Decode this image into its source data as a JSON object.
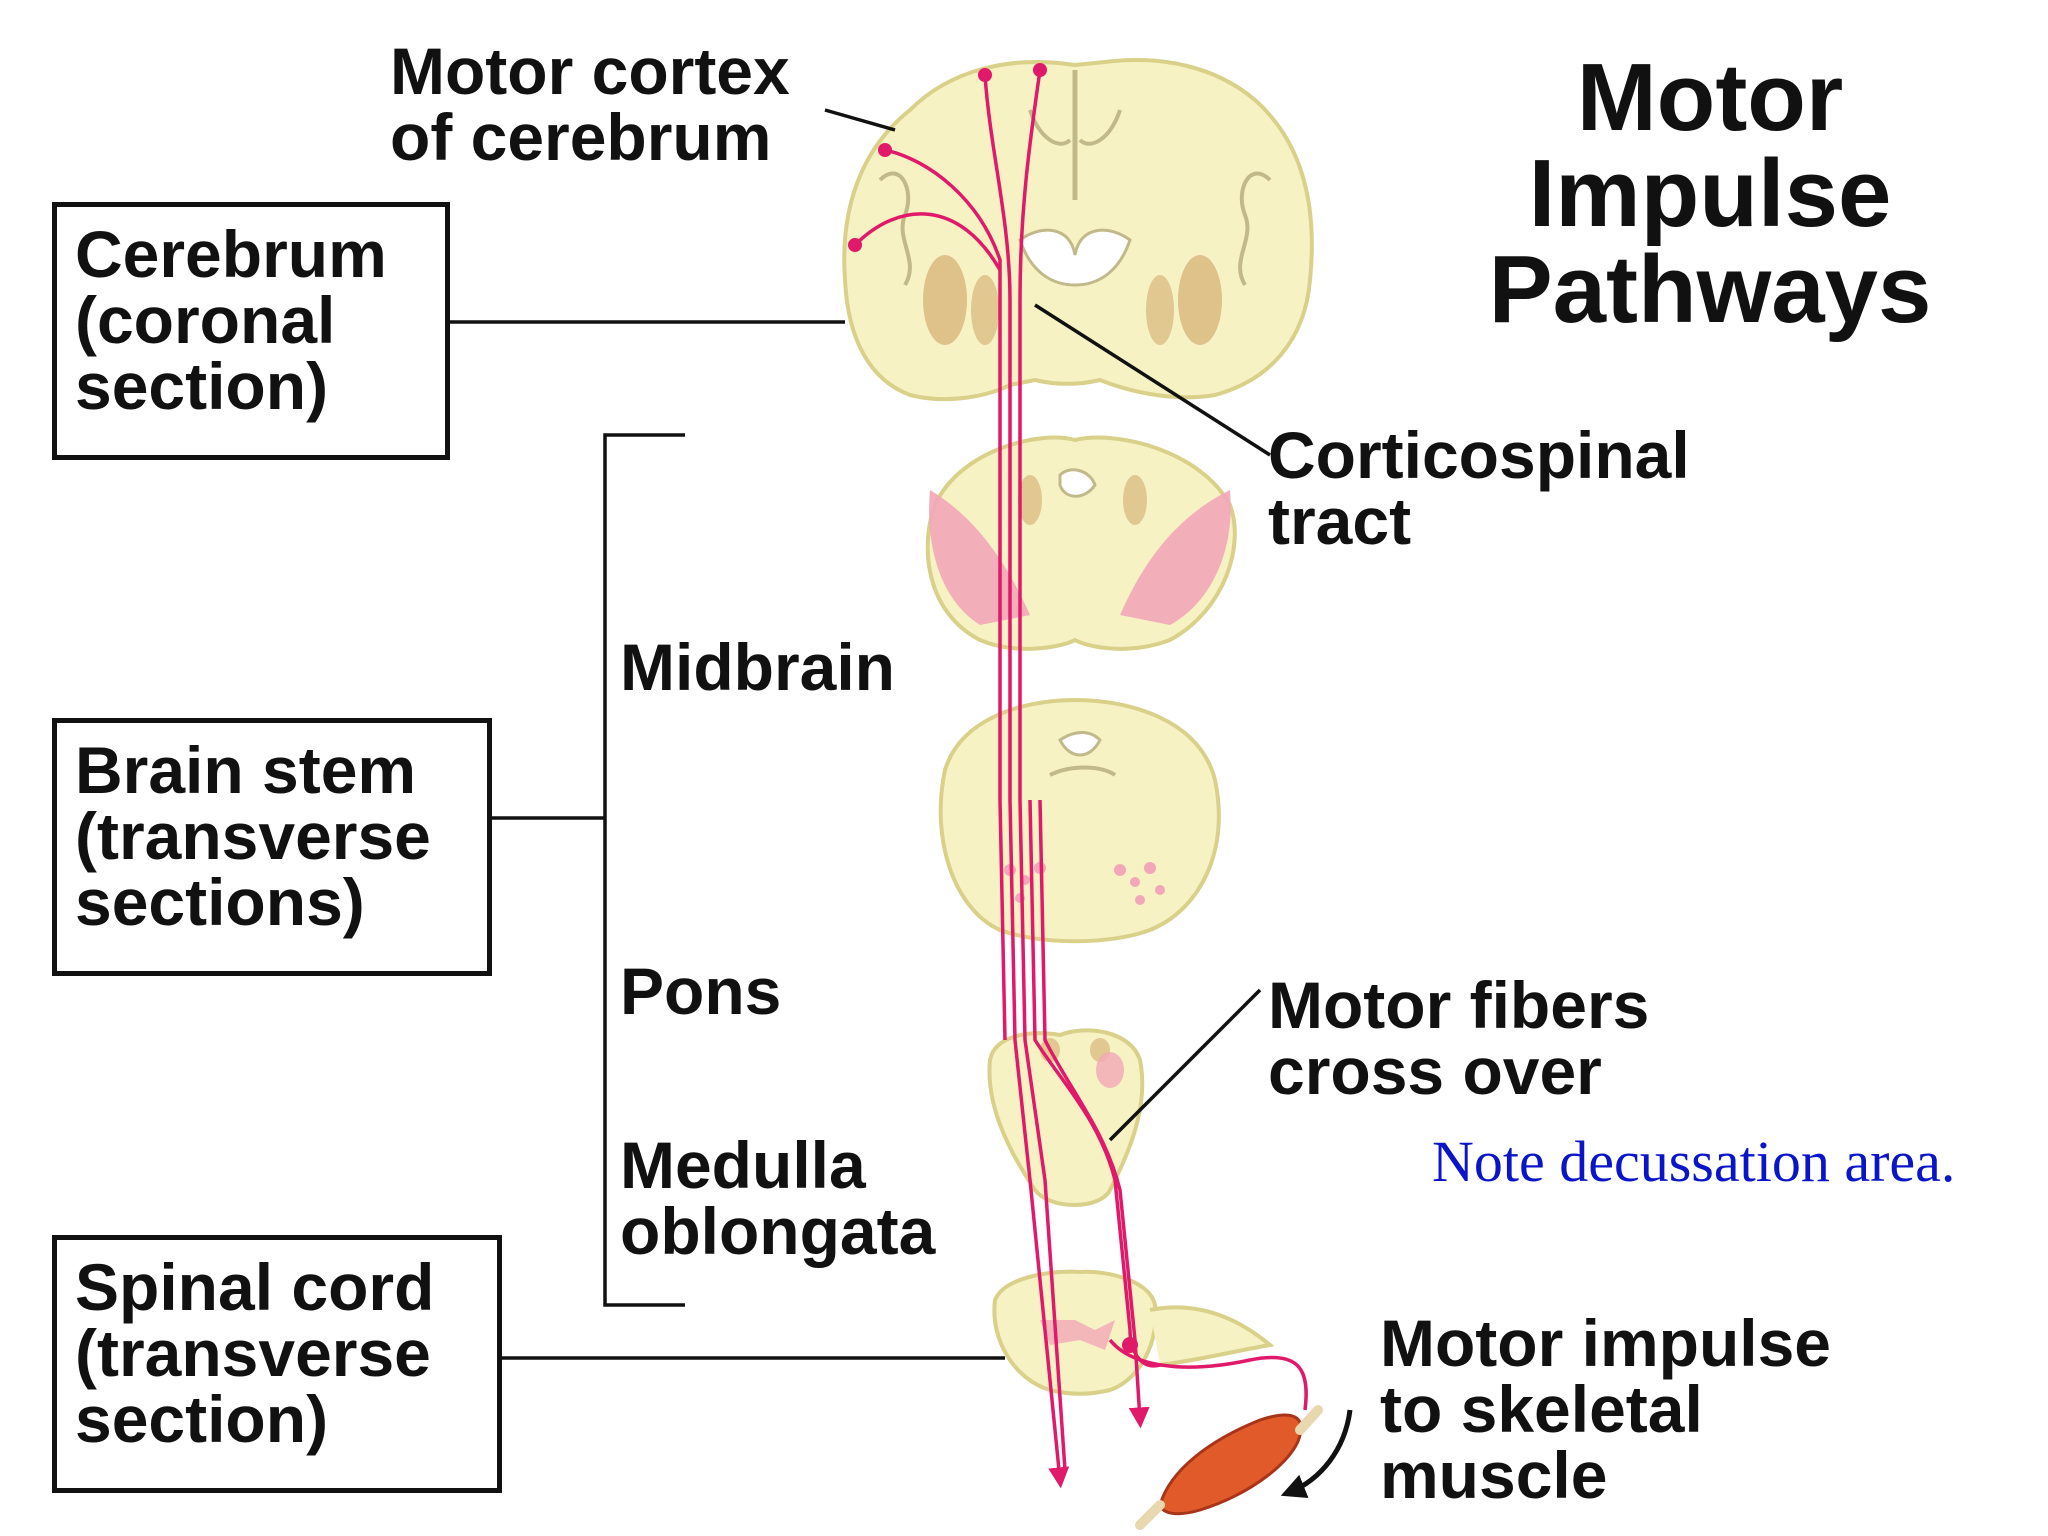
{
  "title": {
    "line1": "Motor",
    "line2": "Impulse",
    "line3": "Pathways"
  },
  "labels": {
    "motor_cortex": [
      "Motor cortex",
      "of cerebrum"
    ],
    "corticospinal": [
      "Corticospinal",
      "tract"
    ],
    "midbrain": "Midbrain",
    "pons": "Pons",
    "medulla": [
      "Medulla",
      "oblongata"
    ],
    "motor_fibers": [
      "Motor fibers",
      "cross over"
    ],
    "motor_impulse": [
      "Motor impulse",
      "to skeletal",
      "muscle"
    ]
  },
  "boxes": {
    "cerebrum": [
      "Cerebrum",
      "(coronal",
      "section)"
    ],
    "brainstem": [
      "Brain stem",
      "(transverse",
      "sections)"
    ],
    "spinalcord": [
      "Spinal cord",
      "(transverse",
      "section)"
    ]
  },
  "note": "Note decussation area.",
  "colors": {
    "tissue": "#f6f2c4",
    "tissue_edge": "#d9d08a",
    "grey_matter": "#d8b57a",
    "pink": "#f2a7b8",
    "tract": "#e0196a",
    "muscle": "#e05a2a",
    "text": "#111111",
    "note": "#0a14c8"
  }
}
